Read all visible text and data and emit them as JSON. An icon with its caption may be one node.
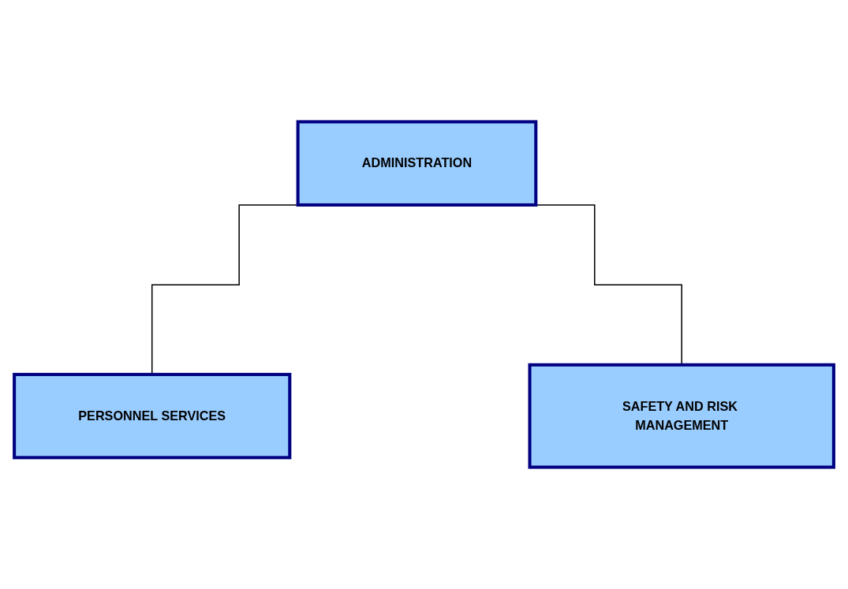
{
  "diagram": {
    "nodes": [
      {
        "text": [
          "ADMINISTRATION"
        ]
      },
      {
        "text": [
          "PERSONNEL SERVICES"
        ]
      },
      {
        "text": [
          "SAFETY AND RISK MANAGEMENT"
        ]
      }
    ],
    "edges": [
      {
        "from": 0,
        "to": 1,
        "arrow": "none"
      },
      {
        "from": 0,
        "to": 2,
        "arrow": "none"
      }
    ]
  }
}
